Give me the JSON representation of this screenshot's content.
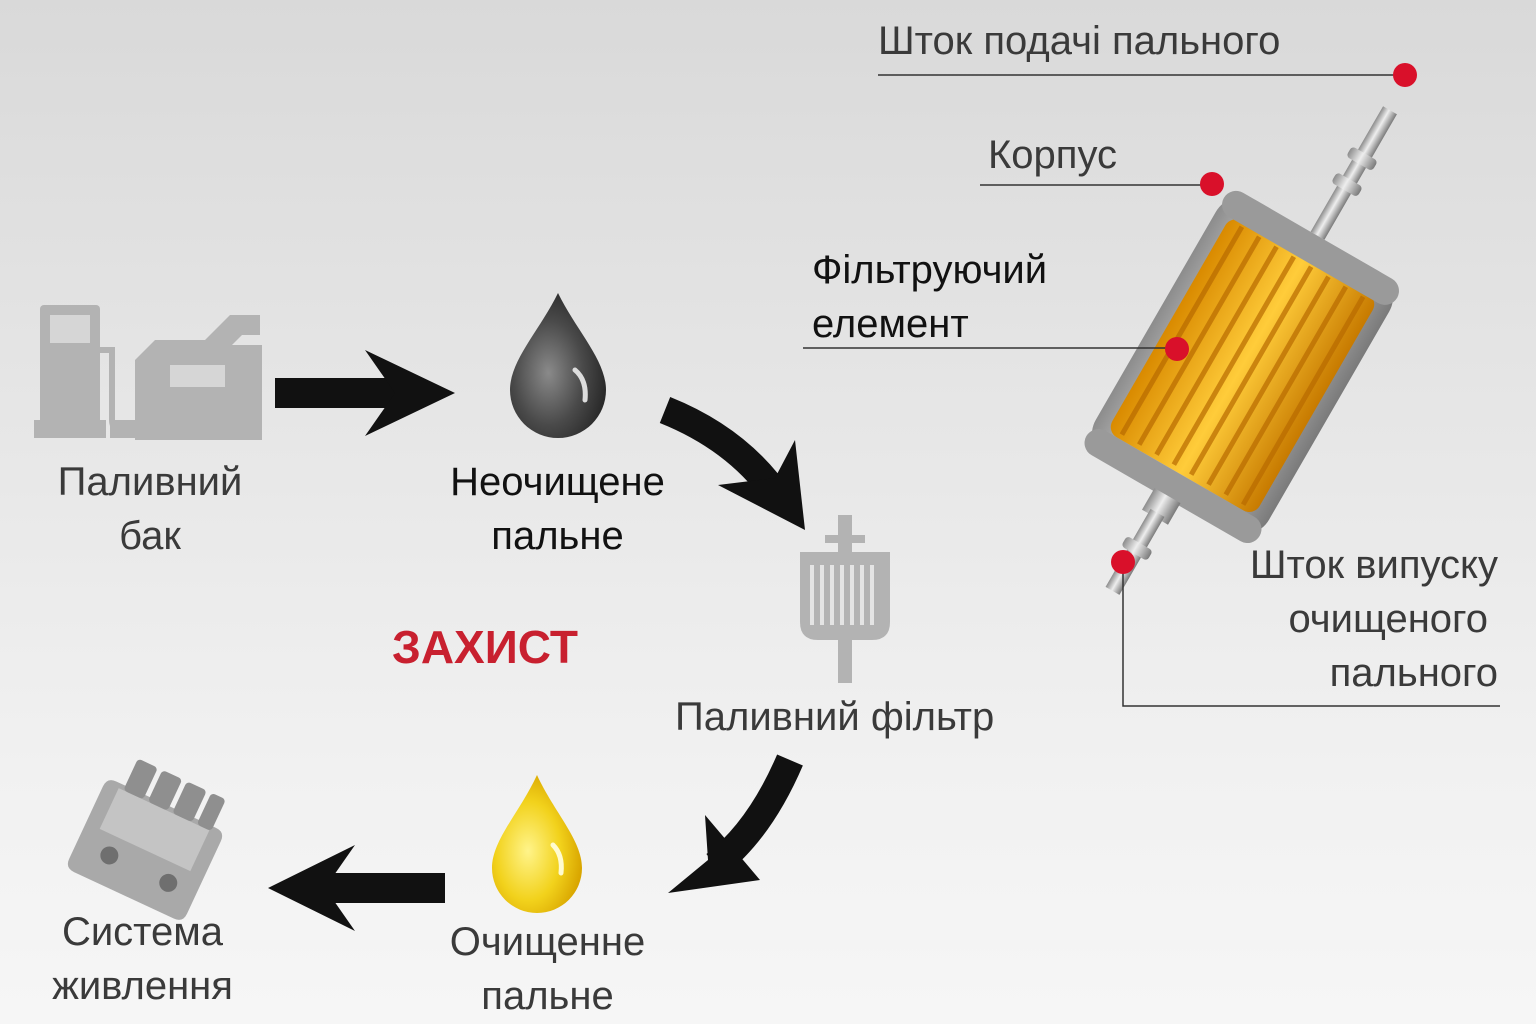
{
  "labels": {
    "fuel_tank_line1": "Паливний",
    "fuel_tank_line2": "бак",
    "unclean_fuel_line1": "Неочищене",
    "unclean_fuel_line2": "пальне",
    "fuel_filter": "Паливний фільтр",
    "protection": "ЗАХИСТ",
    "clean_fuel_line1": "Очищенне",
    "clean_fuel_line2": "пальне",
    "fuel_system_line1": "Система",
    "fuel_system_line2": "живлення"
  },
  "callouts": {
    "inlet_stem": "Шток подачі пального",
    "housing": "Корпус",
    "filter_element_line1": "Фільтруючий",
    "filter_element_line2": "елемент",
    "outlet_line1": "Шток випуску",
    "outlet_line2": "очищеного",
    "outlet_line3": "пального"
  },
  "colors": {
    "accent_red": "#c8202f",
    "callout_dot": "#d9102a",
    "arrow": "#111111",
    "icon_gray": "#b3b3b3",
    "clean_fuel": "#f2d21c"
  }
}
